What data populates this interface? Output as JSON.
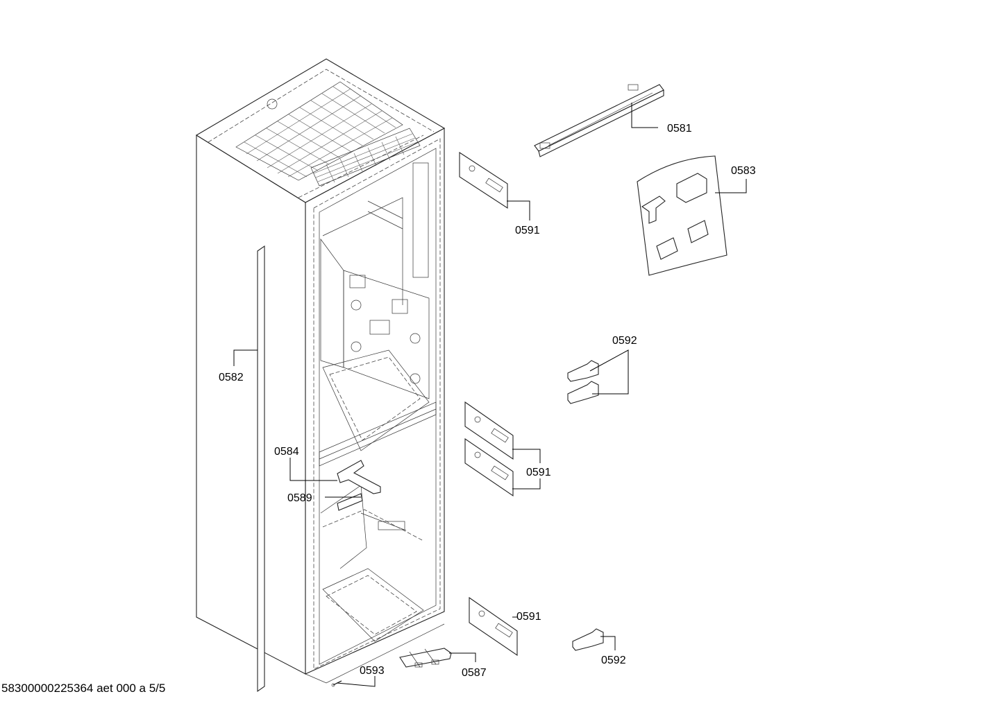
{
  "footer": {
    "doc_id": "58300000225364 aet 000 a 5/5"
  },
  "labels": {
    "p0581": "0581",
    "p0583": "0583",
    "p0591_top": "0591",
    "p0582": "0582",
    "p0592_upper": "0592",
    "p0584": "0584",
    "p0591_mid": "0591",
    "p0589": "0589",
    "p0591_low": "0591",
    "p0592_low": "0592",
    "p0593": "0593",
    "p0587": "0587"
  }
}
